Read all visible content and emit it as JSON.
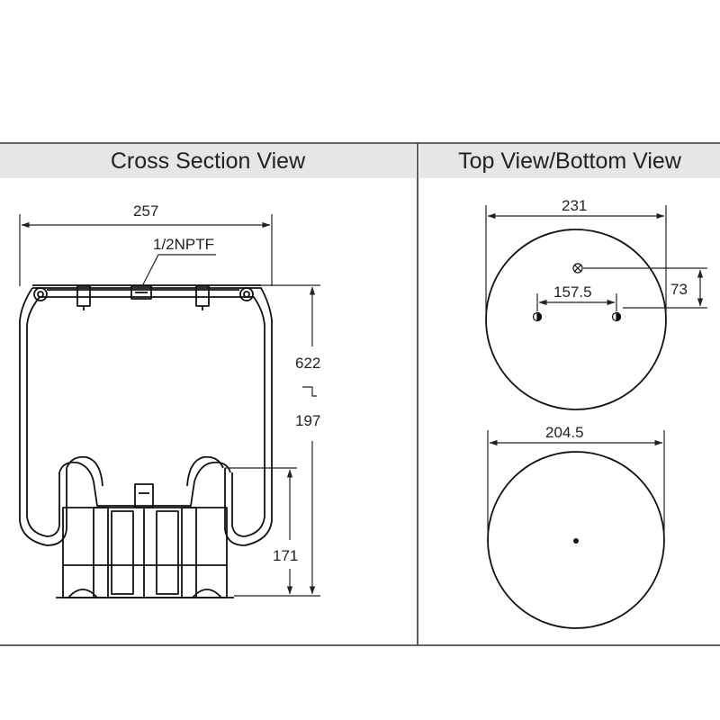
{
  "panels": {
    "left_title": "Cross Section View",
    "right_title": "Top View/Bottom View"
  },
  "cross_section": {
    "width_dim": "257",
    "port_label": "1/2NPTF",
    "max_height_dim": "622",
    "min_height_dim": "197",
    "piston_height_dim": "171"
  },
  "top_view": {
    "diameter_dim": "231",
    "stud_spacing_dim": "157.5",
    "port_offset_dim": "73"
  },
  "bottom_view": {
    "diameter_dim": "204.5"
  }
}
